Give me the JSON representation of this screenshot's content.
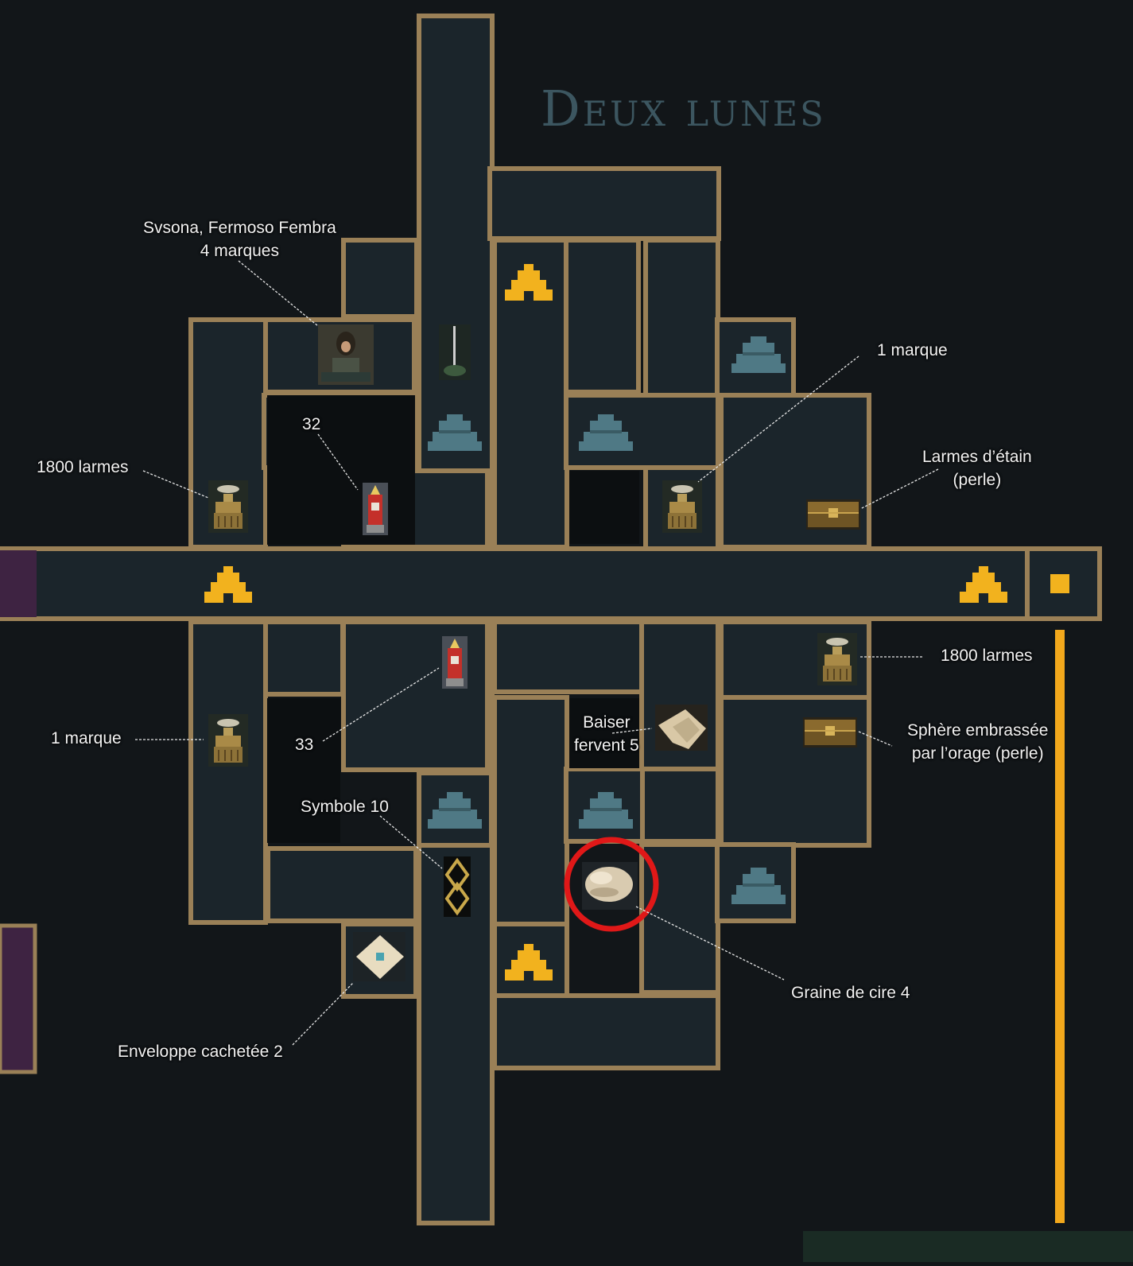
{
  "map": {
    "title": "Deux lunes",
    "annotations": {
      "svsona": {
        "line1": "Svsona, Fermoso Fembra",
        "line2": "4 marques"
      },
      "marque_right": "1 marque",
      "larmes_etain": {
        "line1": "Larmes d’étain",
        "line2": "(perle)"
      },
      "larmes_left": "1800 larmes",
      "num_32": "32",
      "larmes_right": "1800 larmes",
      "marque_left": "1 marque",
      "num_33": "33",
      "baiser": {
        "line1": "Baiser",
        "line2": "fervent 5"
      },
      "sphere": {
        "line1": "Sphère embrassée",
        "line2": "par l’orage (perle)"
      },
      "symbole": "Symbole 10",
      "graine": "Graine de cire 4",
      "enveloppe": "Enveloppe cachetée 2"
    },
    "highlighted_item": "Graine de cire 4",
    "icons": [
      "npc-svsona-portrait-icon",
      "sword-in-ground-icon",
      "shrine-icon",
      "altar-icon",
      "chest-icon",
      "reliquary-icon",
      "wax-seed-icon",
      "sealed-envelope-icon",
      "symbol-knot-icon",
      "cloth-kiss-icon",
      "door-marker-icon"
    ],
    "colors": {
      "background": "#121619",
      "room_fill": "#1b252b",
      "room_border": "#9a8057",
      "highlight_circle": "#e01818",
      "gold": "#f2b21e",
      "exit_purple": "#3e2342",
      "lift_bar": "#f2a81c"
    }
  }
}
